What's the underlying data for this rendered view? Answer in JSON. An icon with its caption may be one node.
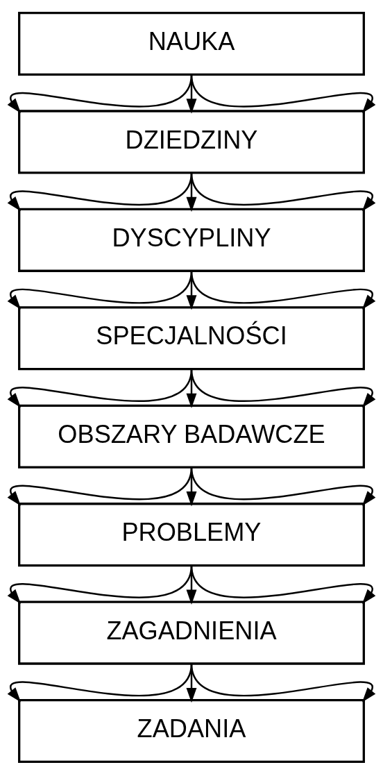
{
  "diagram": {
    "nodes": [
      {
        "text": [
          "NAUKA"
        ]
      },
      {
        "text": [
          "DZIEDZINY"
        ]
      },
      {
        "text": [
          "DYSCYPLINY"
        ]
      },
      {
        "text": [
          "SPECJALNOŚCI"
        ]
      },
      {
        "text": [
          "OBSZARY BADAWCZE"
        ]
      },
      {
        "text": [
          "PROBLEMY"
        ]
      },
      {
        "text": [
          "ZAGADNIENIA"
        ]
      },
      {
        "text": [
          "ZADANIA"
        ]
      }
    ],
    "edges": [
      {
        "from": 0,
        "to": 1,
        "arrow": "to"
      },
      {
        "from": 0,
        "to": 1,
        "arrow": "to"
      },
      {
        "from": 0,
        "to": 1,
        "arrow": "to"
      },
      {
        "from": 1,
        "to": 2,
        "arrow": "to"
      },
      {
        "from": 1,
        "to": 2,
        "arrow": "to"
      },
      {
        "from": 1,
        "to": 2,
        "arrow": "to"
      },
      {
        "from": 2,
        "to": 3,
        "arrow": "to"
      },
      {
        "from": 2,
        "to": 3,
        "arrow": "to"
      },
      {
        "from": 2,
        "to": 3,
        "arrow": "to"
      },
      {
        "from": 3,
        "to": 4,
        "arrow": "to"
      },
      {
        "from": 3,
        "to": 4,
        "arrow": "to"
      },
      {
        "from": 3,
        "to": 4,
        "arrow": "to"
      },
      {
        "from": 4,
        "to": 5,
        "arrow": "to"
      },
      {
        "from": 4,
        "to": 5,
        "arrow": "to"
      },
      {
        "from": 4,
        "to": 5,
        "arrow": "to"
      },
      {
        "from": 5,
        "to": 6,
        "arrow": "to"
      },
      {
        "from": 5,
        "to": 6,
        "arrow": "to"
      },
      {
        "from": 5,
        "to": 6,
        "arrow": "to"
      },
      {
        "from": 6,
        "to": 7,
        "arrow": "to"
      },
      {
        "from": 6,
        "to": 7,
        "arrow": "to"
      },
      {
        "from": 6,
        "to": 7,
        "arrow": "to"
      }
    ]
  }
}
